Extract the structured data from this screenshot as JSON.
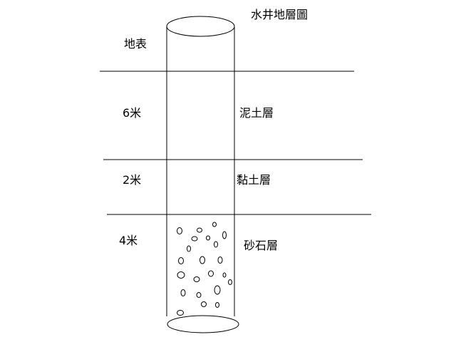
{
  "diagram": {
    "title": "水井地層圖",
    "surface_label": "地表",
    "layers": [
      {
        "depth": "6米",
        "name": "泥土層"
      },
      {
        "depth": "2米",
        "name": "黏土層"
      },
      {
        "depth": "4米",
        "name": "砂石層"
      }
    ]
  },
  "colors": {
    "stroke": "#000000",
    "background": "#ffffff"
  }
}
